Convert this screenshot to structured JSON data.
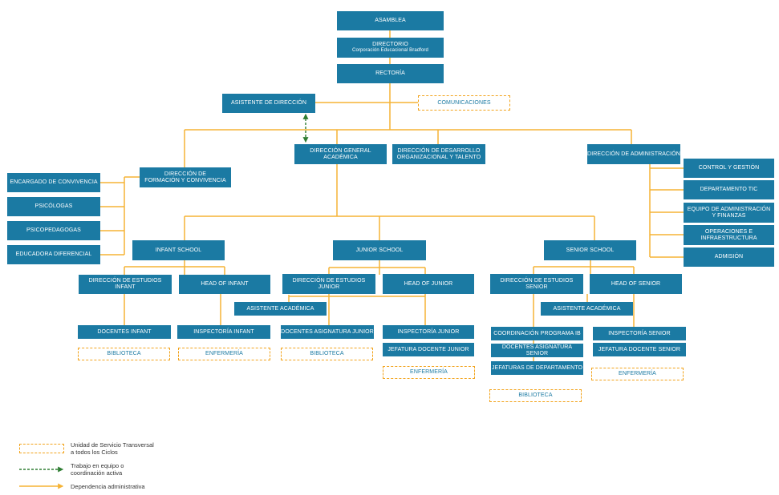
{
  "colors": {
    "box": "#1b7aa3",
    "line": "#f5b335",
    "dash_border": "#f2a31b",
    "coordination": "#2e7d32"
  },
  "nodes": {
    "asamblea": "ASAMBLEA",
    "directorio": "DIRECTORIO",
    "directorio_sub": "Corporación Educacional Bradford",
    "rectoria": "RECTORÍA",
    "asistente_direccion": "ASISTENTE DE DIRECCIÓN",
    "comunicaciones": "COMUNICACIONES",
    "dir_general_academica_1": "DIRECCIÓN GENERAL",
    "dir_general_academica_2": "ACADÉMICA",
    "dir_desarrollo_1": "DIRECCIÓN DE DESARROLLO",
    "dir_desarrollo_2": "ORGANIZACIONAL Y TALENTO",
    "dir_administracion": "DIRECCIÓN DE ADMINISTRACIÓN",
    "dir_formacion_1": "DIRECCIÓN DE",
    "dir_formacion_2": "FORMACIÓN Y CONVIVENCIA",
    "encargado_convivencia": "ENCARGADO DE CONVIVENCIA",
    "psicologas": "PSICÓLOGAS",
    "psicopedagogas": "PSICOPEDAGOGAS",
    "educadora_diferencial": "EDUCADORA DIFERENCIAL",
    "control_gestion": "CONTROL Y GESTIÓN",
    "departamento_tic": "DEPARTAMENTO TIC",
    "equipo_admin_1": "EQUIPO DE ADMINISTRACIÓN",
    "equipo_admin_2": "Y FINANZAS",
    "operaciones_1": "OPERACIONES E",
    "operaciones_2": "INFRAESTRUCTURA",
    "admision": "ADMISIÓN",
    "infant_school": "INFANT SCHOOL",
    "junior_school": "JUNIOR SCHOOL",
    "senior_school": "SENIOR SCHOOL",
    "dir_estudios_infant_1": "DIRECCIÓN DE ESTUDIOS",
    "dir_estudios_infant_2": "INFANT",
    "head_infant": "HEAD OF INFANT",
    "dir_estudios_junior_1": "DIRECCIÓN DE ESTUDIOS",
    "dir_estudios_junior_2": "JUNIOR",
    "head_junior": "HEAD OF JUNIOR",
    "dir_estudios_senior_1": "DIRECCIÓN DE ESTUDIOS",
    "dir_estudios_senior_2": "SENIOR",
    "head_senior": "HEAD OF SENIOR",
    "asistente_academica_junior": "ASISTENTE ACADÉMICA",
    "asistente_academica_senior": "ASISTENTE ACADÉMICA",
    "docentes_infant": "DOCENTES INFANT",
    "inspectoria_infant": "INSPECTORÍA INFANT",
    "docentes_asignatura_junior": "DOCENTES ASIGNATURA JUNIOR",
    "inspectoria_junior": "INSPECTORÍA JUNIOR",
    "jefatura_docente_junior": "JEFATURA DOCENTE JUNIOR",
    "coordinacion_ib": "COORDINACIÓN PROGRAMA IB",
    "docentes_asignatura_senior": "DOCENTES ASIGNATURA SENIOR",
    "jefaturas_departamento": "JEFATURAS DE DEPARTAMENTO",
    "inspectoria_senior": "INSPECTORÍA SENIOR",
    "jefatura_docente_senior": "JEFATURA DOCENTE SENIOR",
    "biblioteca_infant": "BIBLIOTECA",
    "enfermeria_infant": "ENFERMERÍA",
    "biblioteca_junior": "BIBLIOTECA",
    "enfermeria_junior": "ENFERMERÍA",
    "biblioteca_senior": "BIBLIOTECA",
    "enfermeria_senior": "ENFERMERÍA"
  },
  "legend": {
    "transversal_1": "Unidad de Servicio Transversal",
    "transversal_2": "a todos los Ciclos",
    "coordinacion_1": "Trabajo en equipo o",
    "coordinacion_2": "coordinación activa",
    "dependencia": "Dependencia administrativa"
  }
}
